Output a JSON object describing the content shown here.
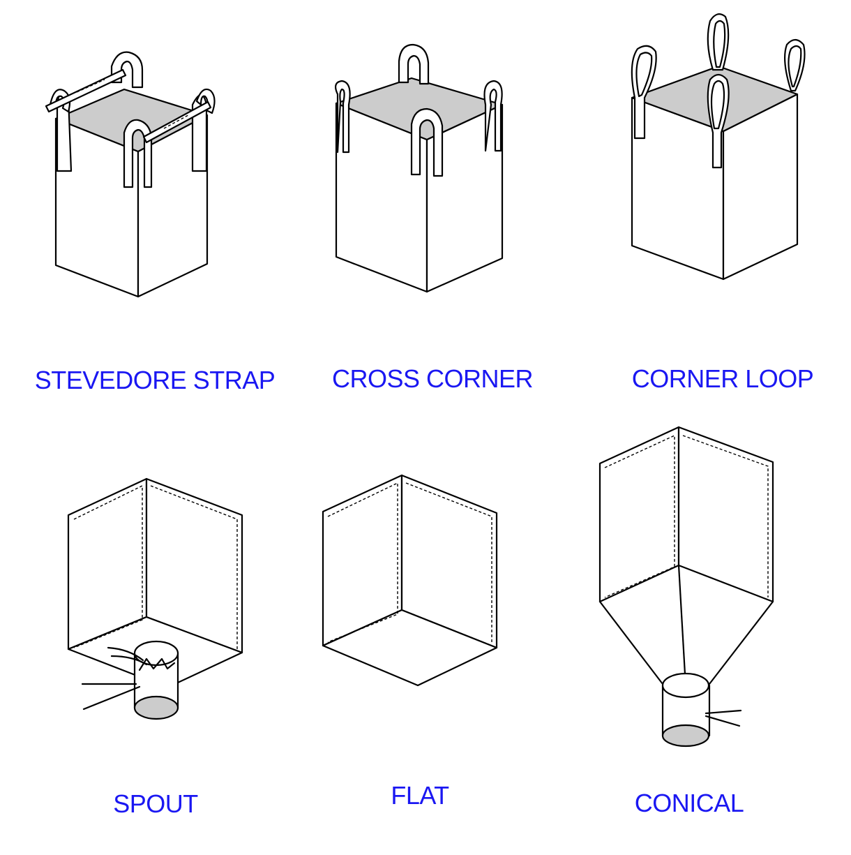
{
  "colors": {
    "label": "#1a17f2",
    "fill_grey": "#cccccc",
    "line": "#000000",
    "background": "#ffffff"
  },
  "bag_types": [
    {
      "id": "stevedore-strap",
      "label": "STEVEDORE STRAP"
    },
    {
      "id": "cross-corner",
      "label": "CROSS CORNER"
    },
    {
      "id": "corner-loop",
      "label": "CORNER LOOP"
    },
    {
      "id": "spout",
      "label": "SPOUT"
    },
    {
      "id": "flat",
      "label": "FLAT"
    },
    {
      "id": "conical",
      "label": "CONICAL"
    }
  ]
}
